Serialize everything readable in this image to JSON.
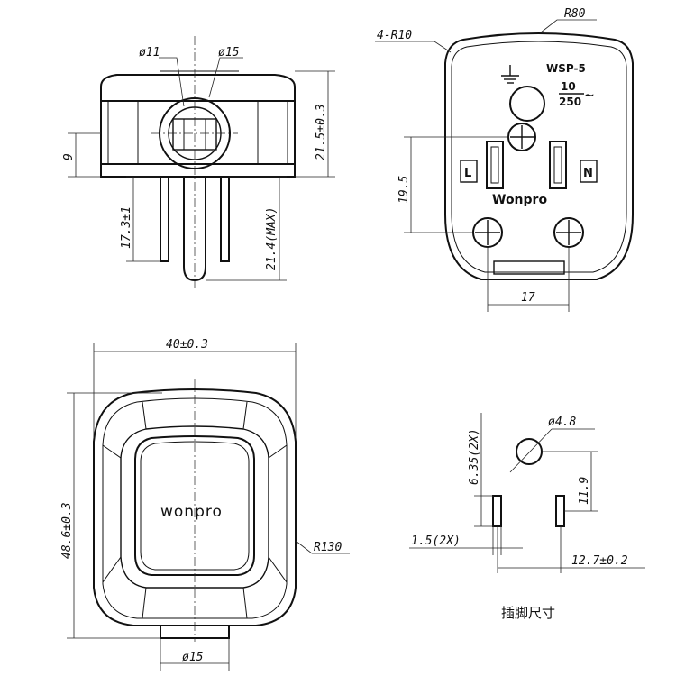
{
  "side_view": {
    "dia_small": "ø11",
    "dia_large": "ø15",
    "height": "21.5±0.3",
    "center_height": "9",
    "blade_length": "17.3±1",
    "ground_length": "21.4(MAX)"
  },
  "face_view": {
    "corner_radius": "4-R10",
    "top_radius": "R80",
    "model": "WSP-5",
    "rating_amps": "10",
    "rating_volts": "250",
    "ac_symbol": "~",
    "live_mark": "L",
    "neutral_mark": "N",
    "brand": "Wonpro",
    "ground_offset": "19.5",
    "screw_spacing": "17"
  },
  "front_view": {
    "width": "40±0.3",
    "height": "48.6±0.3",
    "side_radius": "R130",
    "cord_dia": "ø15",
    "brand": "wonpro"
  },
  "pin_view": {
    "ground_dia": "ø4.8",
    "pin_length": "6.35(2X)",
    "ground_offset": "11.9",
    "pin_thickness": "1.5(2X)",
    "pin_spacing": "12.7±0.2",
    "caption": "插脚尺寸"
  }
}
